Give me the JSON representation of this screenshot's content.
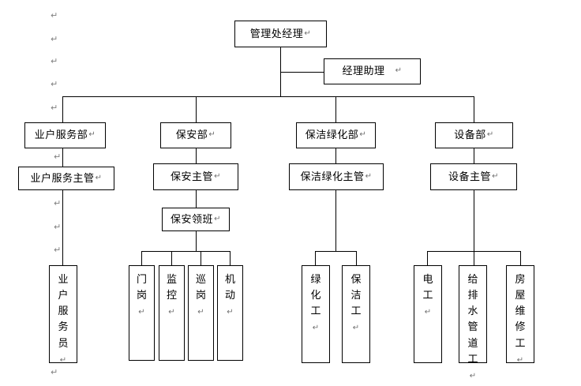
{
  "document": {
    "title": "物业管理处组织结构图",
    "pilcrow_glyph": "↵",
    "line_color": "#000000",
    "box_border_color": "#000000",
    "background_color": "#ffffff",
    "pilcrow_color": "#808080"
  },
  "nodes": {
    "manager": {
      "label": "管理处经理",
      "mark": "↵"
    },
    "assistant": {
      "label": "经理助理",
      "mark": "↵"
    },
    "dept_customer": {
      "label": "业户服务部",
      "mark": "↵"
    },
    "dept_security": {
      "label": "保安部",
      "mark": "↵"
    },
    "dept_cleaning": {
      "label": "保洁绿化部",
      "mark": "↵"
    },
    "dept_equipment": {
      "label": "设备部",
      "mark": "↵"
    },
    "sup_customer": {
      "label": "业户服务主管",
      "mark": "↵"
    },
    "sup_security": {
      "label": "保安主管",
      "mark": "↵"
    },
    "sup_cleaning": {
      "label": "保洁绿化主管",
      "mark": "↵"
    },
    "sup_equipment": {
      "label": "设备主管",
      "mark": "↵"
    },
    "foreman_security": {
      "label": "保安领班",
      "mark": "↵"
    },
    "staff_customer": {
      "label": "业户服务员",
      "mark": "↵"
    },
    "post_gate": {
      "label": "门岗",
      "mark": "↵"
    },
    "post_monitor": {
      "label": "监控",
      "mark": "↵"
    },
    "post_patrol": {
      "label": "巡岗",
      "mark": "↵"
    },
    "post_mobile": {
      "label": "机动",
      "mark": "↵"
    },
    "worker_landscape": {
      "label": "绿化工",
      "mark": "↵"
    },
    "worker_clean": {
      "label": "保洁工",
      "mark": "↵"
    },
    "worker_electrician": {
      "label": "电工",
      "mark": "↵"
    },
    "worker_plumber": {
      "label": "给排水管道工",
      "mark": "↵"
    },
    "worker_repair": {
      "label": "房屋维修工",
      "mark": "↵"
    }
  },
  "stray_marks": [
    {
      "name": "margin-mark-1",
      "glyph": "↵"
    },
    {
      "name": "margin-mark-2",
      "glyph": "↵"
    },
    {
      "name": "margin-mark-3",
      "glyph": "↵"
    },
    {
      "name": "margin-mark-4",
      "glyph": "↵"
    },
    {
      "name": "margin-mark-5",
      "glyph": "↵"
    },
    {
      "name": "column-mark-1",
      "glyph": "↵"
    },
    {
      "name": "column-mark-2",
      "glyph": "↵"
    },
    {
      "name": "column-mark-3",
      "glyph": "↵"
    },
    {
      "name": "column-mark-4",
      "glyph": "↵"
    },
    {
      "name": "column-mark-5",
      "glyph": "↵"
    },
    {
      "name": "bottom-mark-1",
      "glyph": "↵"
    }
  ]
}
